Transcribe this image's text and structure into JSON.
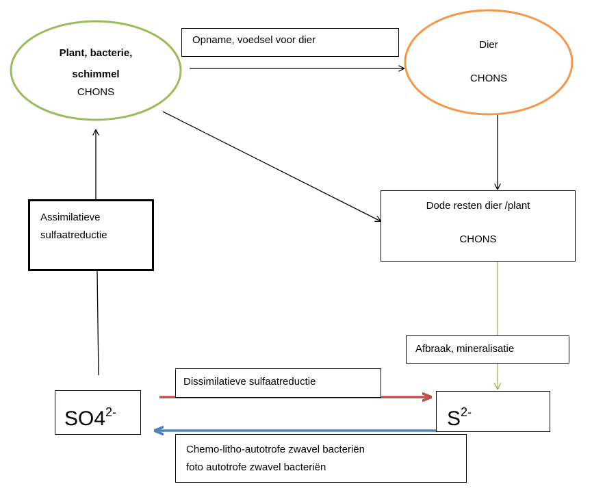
{
  "nodes": {
    "producers": {
      "name": "Plant, bacterie, schimmel",
      "formula": "CHONS"
    },
    "animal": {
      "name": "Dier",
      "formula": "CHONS"
    },
    "remains": {
      "name": "Dode resten dier /plant",
      "formula": "CHONS"
    },
    "sulfate": {
      "base": "SO4",
      "charge": "2-"
    },
    "sulfide": {
      "base": "S",
      "charge": "2-"
    }
  },
  "labels": {
    "uptake": "Opname, voedsel voor  dier",
    "assimilatory_line1": "Assimilatieve",
    "assimilatory_line2": "sulfaatreductie",
    "mineralisation": "Afbraak, mineralisatie",
    "dissimilatory": "Dissimilatieve sulfaatreductie",
    "oxidation_line1": "Chemo-litho-autotrofe zwavel bacteriën",
    "oxidation_line2": "foto autotrofe zwavel bacteriën"
  },
  "colors": {
    "producers_outline": "#9bbb59",
    "animal_outline": "#f79646",
    "mineralisation_arrow": "#9bbb59",
    "dissimilatory_arrow": "#c0504d",
    "oxidation_arrow": "#4f81bd"
  }
}
